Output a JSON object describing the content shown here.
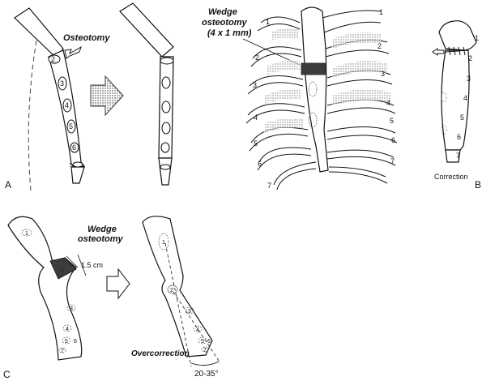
{
  "panel_a": {
    "letter": "A",
    "osteotomy_label": "Osteotomy",
    "segments_before": [
      "2",
      "3",
      "4",
      "5",
      "6",
      "7"
    ]
  },
  "panel_top_mid": {
    "wedge_label_line1": "Wedge",
    "wedge_label_line2": "osteotomy",
    "wedge_label_line3": "(4 x 1 mm)",
    "left_rib_numbers": [
      "1",
      "2",
      "3",
      "4",
      "5",
      "6",
      "7"
    ],
    "right_rib_numbers": [
      "1",
      "2",
      "3",
      "4",
      "5",
      "6",
      "7"
    ]
  },
  "panel_b": {
    "letter": "B",
    "caption": "Correction",
    "segments": [
      "1",
      "2",
      "3",
      "4",
      "5",
      "6",
      "7"
    ]
  },
  "panel_c": {
    "letter": "C",
    "wedge_label_line1": "Wedge",
    "wedge_label_line2": "osteotomy",
    "measure_label": "1.5 cm",
    "overcorrection_label": "Overcorrection",
    "angle_label": "20-35°",
    "segments_before": [
      "1",
      "2",
      "3",
      "4",
      "5",
      "6",
      "7"
    ],
    "segments_after": [
      "1",
      "2",
      "3",
      "4",
      "5",
      "6",
      "7"
    ]
  }
}
